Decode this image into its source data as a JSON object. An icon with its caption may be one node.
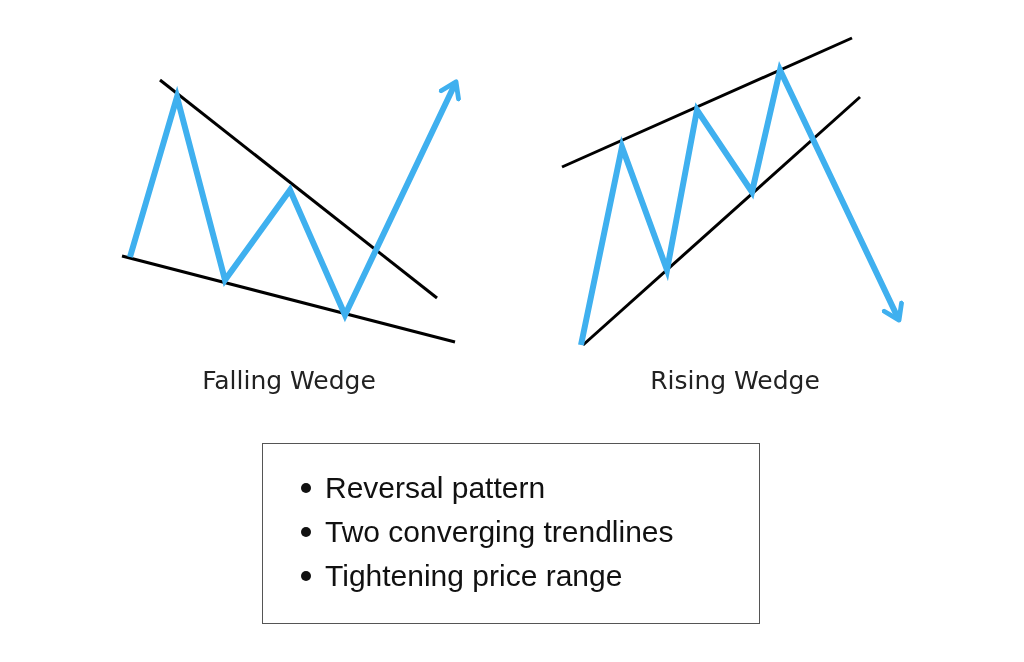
{
  "diagram": {
    "nodes": [
      {
        "text": [
          "Reversal pattern",
          "Two converging trendlines",
          "Tightening price range"
        ]
      }
    ],
    "labels": [
      "Falling Wedge",
      "Rising Wedge"
    ]
  }
}
